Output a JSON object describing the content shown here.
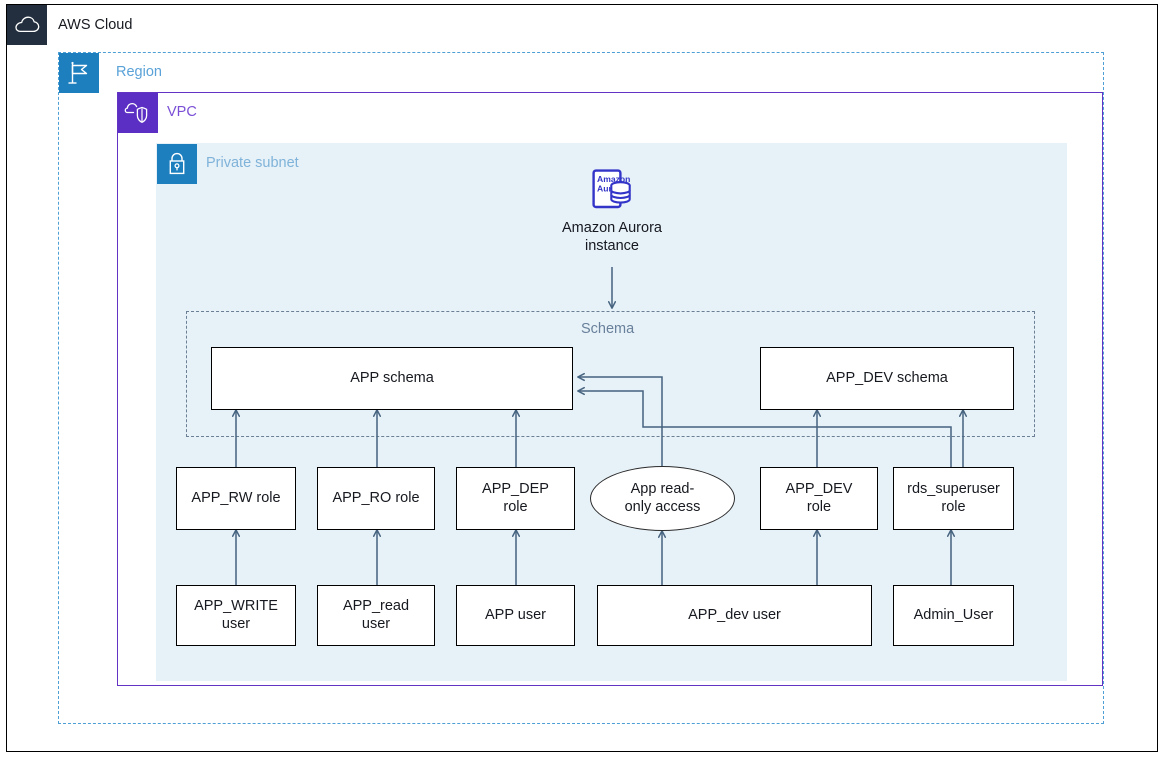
{
  "diagram": {
    "title": "AWS Cloud",
    "type": "aws-architecture-diagram"
  },
  "groups": {
    "cloud": {
      "label": "AWS Cloud",
      "icon": "aws-cloud-icon",
      "color": "#232f3e"
    },
    "region": {
      "label": "Region",
      "icon": "region-flag-icon",
      "color": "#1e7fbf"
    },
    "vpc": {
      "label": "VPC",
      "icon": "vpc-icon",
      "color": "#5b2fc4"
    },
    "subnet": {
      "label": "Private subnet",
      "icon": "private-subnet-lock-icon",
      "color": "#1e7fbf",
      "fill": "#e7f1f8"
    },
    "schema": {
      "label": "Schema",
      "color": "#69819b"
    }
  },
  "resources": {
    "aurora": {
      "label": "Amazon Aurora\ninstance",
      "icon": "amazon-aurora-icon",
      "icon_text_line1": "Amazon",
      "icon_text_line2": "Aurora",
      "color": "#3334c8"
    }
  },
  "schemas": [
    {
      "id": "app-schema",
      "label": "APP schema"
    },
    {
      "id": "app-dev-schema",
      "label": "APP_DEV schema"
    }
  ],
  "roles": [
    {
      "id": "app-rw-role",
      "label": "APP_RW role",
      "shape": "rect"
    },
    {
      "id": "app-ro-role",
      "label": "APP_RO role",
      "shape": "rect"
    },
    {
      "id": "app-dep-role",
      "label": "APP_DEP\nrole",
      "shape": "rect"
    },
    {
      "id": "app-read-only-access",
      "label": "App read-\nonly access",
      "shape": "ellipse"
    },
    {
      "id": "app-dev-role",
      "label": "APP_DEV\nrole",
      "shape": "rect"
    },
    {
      "id": "rds-superuser-role",
      "label": "rds_superuser\nrole",
      "shape": "rect"
    }
  ],
  "users": [
    {
      "id": "app-write-user",
      "label": "APP_WRITE\nuser"
    },
    {
      "id": "app-read-user",
      "label": "APP_read\nuser"
    },
    {
      "id": "app-user",
      "label": "APP user"
    },
    {
      "id": "app-dev-user",
      "label": "APP_dev user"
    },
    {
      "id": "admin-user",
      "label": "Admin_User"
    }
  ],
  "connections": [
    {
      "from": "amazon-aurora-instance",
      "to": "schema-group",
      "arrow": true
    },
    {
      "from": "app-rw-role",
      "to": "app-schema",
      "arrow": true
    },
    {
      "from": "app-ro-role",
      "to": "app-schema",
      "arrow": true
    },
    {
      "from": "app-dep-role",
      "to": "app-schema",
      "arrow": true
    },
    {
      "from": "app-read-only-access",
      "to": "app-schema",
      "arrow": true
    },
    {
      "from": "rds-superuser-role",
      "to": "app-schema",
      "arrow": true
    },
    {
      "from": "app-dev-role",
      "to": "app-dev-schema",
      "arrow": true
    },
    {
      "from": "rds-superuser-role",
      "to": "app-dev-schema",
      "arrow": true
    },
    {
      "from": "app-write-user",
      "to": "app-rw-role",
      "arrow": true
    },
    {
      "from": "app-read-user",
      "to": "app-ro-role",
      "arrow": true
    },
    {
      "from": "app-user",
      "to": "app-dep-role",
      "arrow": true
    },
    {
      "from": "app-dev-user",
      "to": "app-read-only-access",
      "arrow": true
    },
    {
      "from": "app-dev-user",
      "to": "app-dev-role",
      "arrow": true
    },
    {
      "from": "admin-user",
      "to": "rds-superuser-role",
      "arrow": true
    }
  ],
  "colors": {
    "connector": "#46637f",
    "node_border": "#000000",
    "subnet_fill": "#e7f1f8",
    "region_border": "#4d9fd6",
    "vpc_border": "#6333c4"
  }
}
